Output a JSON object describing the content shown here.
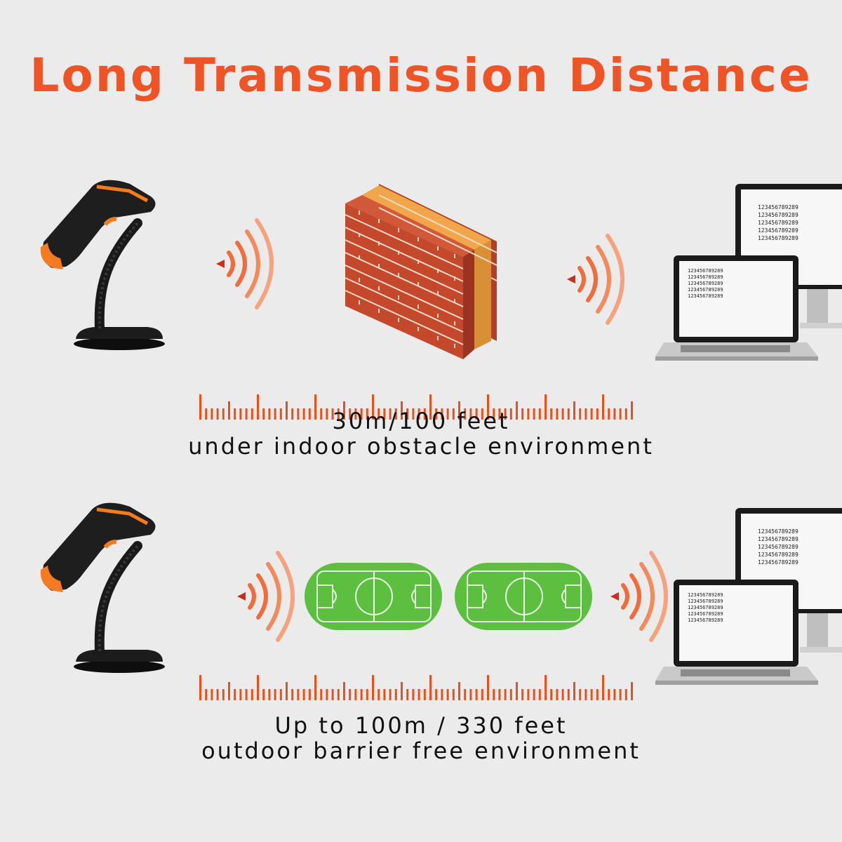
{
  "title": "Long Transmission Distance",
  "scenes": [
    {
      "obstacle": "brick-wall",
      "distance": "30m/100 feet",
      "environment": "under indoor obstacle environment"
    },
    {
      "obstacle": "football-fields",
      "distance": "Up to 100m / 330 feet",
      "environment": "outdoor barrier free environment"
    }
  ],
  "screen_text": [
    "123456789289",
    "123456789289",
    "123456789289",
    "123456789289",
    "123456789289"
  ],
  "colors": {
    "title": "#ef5427",
    "signal": "#f26b3a",
    "ruler": "#e8501e",
    "brick": "#b8412a",
    "mortar": "#f0b35c",
    "field": "#5cbf3f",
    "scanner_body": "#1f1f1f",
    "scanner_accent": "#f47b20"
  },
  "icons": [
    "barcode-scanner-icon",
    "wifi-signal-icon",
    "brick-wall-icon",
    "football-field-icon",
    "computer-monitor-icon",
    "laptop-icon"
  ]
}
